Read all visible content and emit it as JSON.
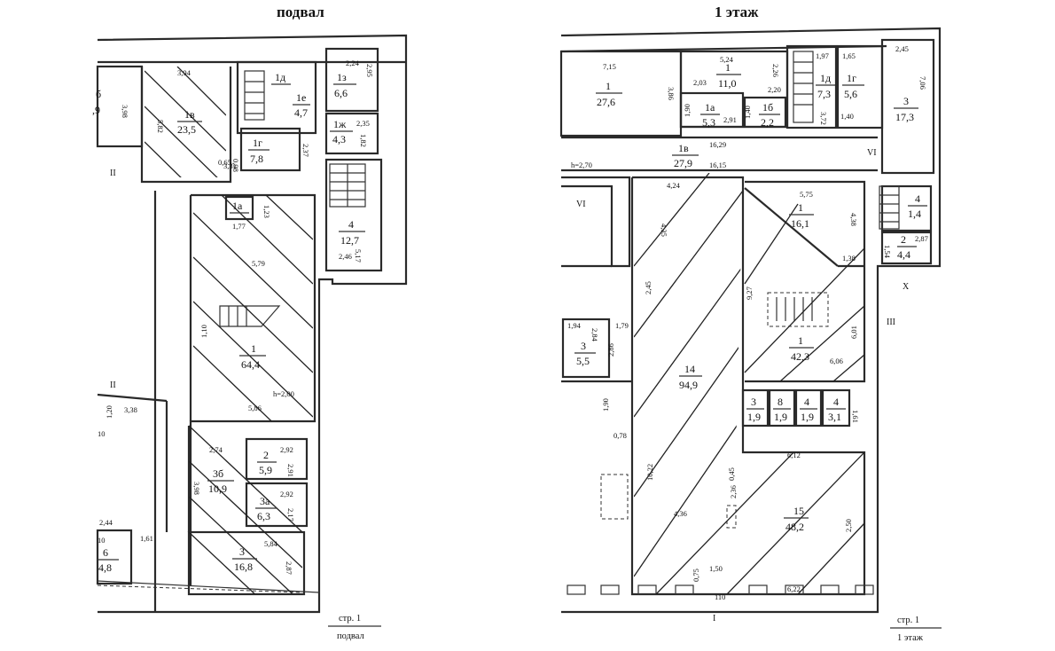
{
  "titles": {
    "basement": "подвал",
    "floor1": "1 этаж"
  },
  "basement": {
    "rooms": [
      {
        "num": "б",
        "area": ",9"
      },
      {
        "num": "1в",
        "area": "23,5"
      },
      {
        "num": "1д",
        "area": ""
      },
      {
        "num": "1е",
        "area": "4,7"
      },
      {
        "num": "1з",
        "area": "6,6"
      },
      {
        "num": "1ж",
        "area": "4,3"
      },
      {
        "num": "1г",
        "area": "7,8"
      },
      {
        "num": "1а",
        "area": ""
      },
      {
        "num": "4",
        "area": "12,7"
      },
      {
        "num": "1",
        "area": "64,4"
      },
      {
        "num": "2",
        "area": "5,9"
      },
      {
        "num": "3б",
        "area": "10,9"
      },
      {
        "num": "3а",
        "area": "6,3"
      },
      {
        "num": "3",
        "area": "16,8"
      },
      {
        "num": "6",
        "area": "4,8"
      }
    ],
    "dims": [
      "3,94",
      "3,98",
      "5,82",
      "0,65",
      "0,98",
      "3,31",
      "2,37",
      "2,24",
      "2,95",
      "2,35",
      "1,82",
      "1,23",
      "1,77",
      "5,79",
      "2,46",
      "5,17",
      "1,10",
      "h=2,00",
      "5,86",
      "3,38",
      "1,20",
      "10",
      "2,74",
      "2,92",
      "2,91",
      "3,98",
      "2,92",
      "2,17",
      "5,84",
      "2,87",
      "2,44",
      "10",
      "1,61"
    ],
    "markers": [
      "II",
      "II"
    ],
    "stamp": {
      "line1": "стр. 1",
      "line2": "подвал"
    }
  },
  "floor1": {
    "rooms": [
      {
        "num": "1",
        "area": "27,6"
      },
      {
        "num": "1",
        "area": "11,0"
      },
      {
        "num": "1д",
        "area": "7,3"
      },
      {
        "num": "1г",
        "area": "5,6"
      },
      {
        "num": "3",
        "area": "17,3"
      },
      {
        "num": "1а",
        "area": "5,3"
      },
      {
        "num": "1б",
        "area": "2,2"
      },
      {
        "num": "1в",
        "area": "27,9"
      },
      {
        "num": "1",
        "area": "16,1"
      },
      {
        "num": "4",
        "area": "1,4"
      },
      {
        "num": "2",
        "area": "4,4"
      },
      {
        "num": "3",
        "area": "5,5"
      },
      {
        "num": "14",
        "area": "94,9"
      },
      {
        "num": "1",
        "area": "42,3"
      },
      {
        "num": "3",
        "area": "1,9"
      },
      {
        "num": "8",
        "area": "1,9"
      },
      {
        "num": "4",
        "area": "1,9"
      },
      {
        "num": "4",
        "area": "3,1"
      },
      {
        "num": "15",
        "area": "48,2"
      }
    ],
    "dims": [
      "7,15",
      "5,24",
      "1,97",
      "1,65",
      "2,45",
      "7,06",
      "3,86",
      "2,03",
      "2,26",
      "2,20",
      "1,90",
      "2,91",
      "1,40",
      "3,72",
      "1,40",
      "16,29",
      "h=2,70",
      "16,15",
      "4,24",
      "5,75",
      "4,35",
      "4,38",
      "1,38",
      "1,54",
      "2,87",
      "2,45",
      "9,27",
      "1,94",
      "2,84",
      "1,79",
      "2,86",
      "6,01",
      "6,06",
      "1,90",
      "0,78",
      "1,61",
      "6,12",
      "10,22",
      "0,45",
      "2,36",
      "4,36",
      "2,50",
      "0,75",
      "1,50",
      "6,22",
      "110"
    ],
    "markers": [
      "VI",
      "VI",
      "X",
      "III",
      "I"
    ],
    "stamp": {
      "line1": "стр. 1",
      "line2": "1 этаж"
    }
  }
}
